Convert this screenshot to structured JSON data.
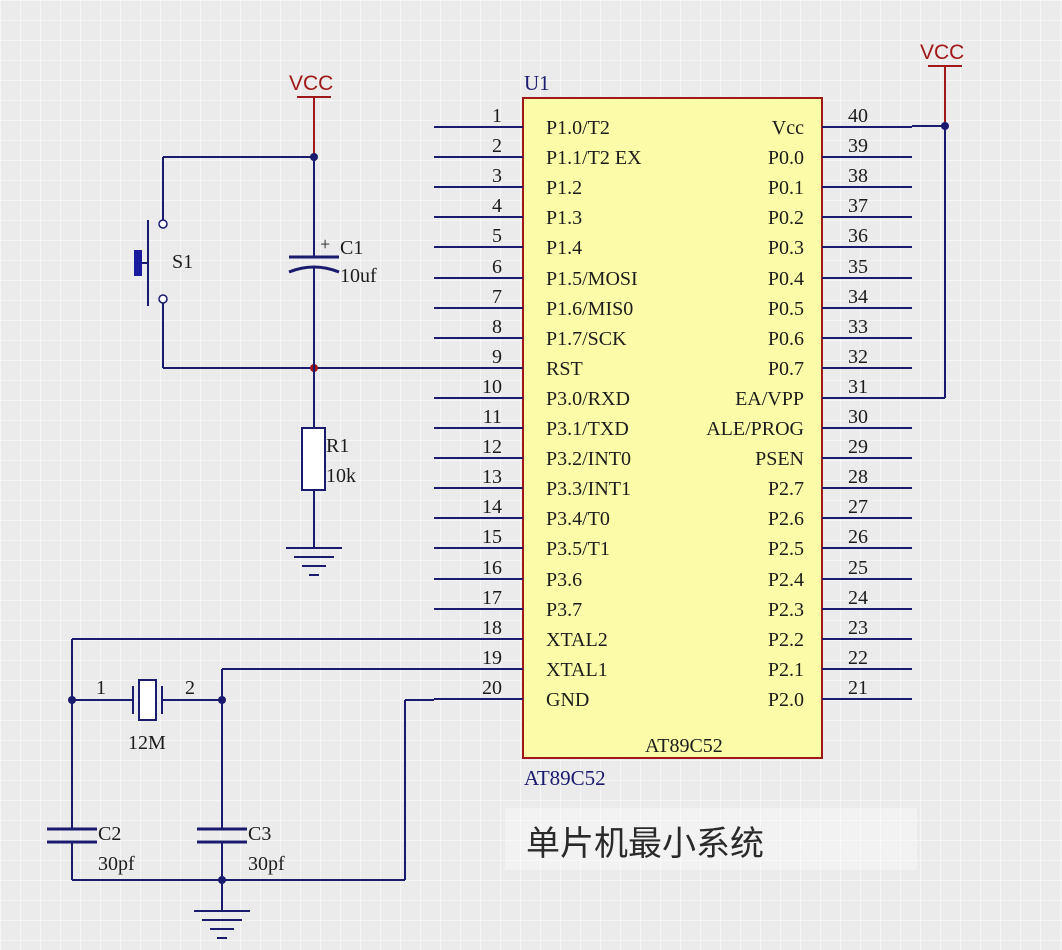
{
  "title": "单片机最小系统",
  "chip": {
    "designator": "U1",
    "part_below": "AT89C52",
    "part_inside": "AT89C52",
    "left_pins": [
      {
        "num": "1",
        "name": "P1.0/T2"
      },
      {
        "num": "2",
        "name": "P1.1/T2 EX"
      },
      {
        "num": "3",
        "name": "P1.2"
      },
      {
        "num": "4",
        "name": "P1.3"
      },
      {
        "num": "5",
        "name": "P1.4"
      },
      {
        "num": "6",
        "name": "P1.5/MOSI"
      },
      {
        "num": "7",
        "name": "P1.6/MIS0"
      },
      {
        "num": "8",
        "name": "P1.7/SCK"
      },
      {
        "num": "9",
        "name": "RST"
      },
      {
        "num": "10",
        "name": "P3.0/RXD"
      },
      {
        "num": "11",
        "name": "P3.1/TXD"
      },
      {
        "num": "12",
        "name": "P3.2/INT0"
      },
      {
        "num": "13",
        "name": "P3.3/INT1"
      },
      {
        "num": "14",
        "name": "P3.4/T0"
      },
      {
        "num": "15",
        "name": "P3.5/T1"
      },
      {
        "num": "16",
        "name": "P3.6"
      },
      {
        "num": "17",
        "name": "P3.7"
      },
      {
        "num": "18",
        "name": "XTAL2"
      },
      {
        "num": "19",
        "name": "XTAL1"
      },
      {
        "num": "20",
        "name": "GND"
      }
    ],
    "right_pins": [
      {
        "num": "40",
        "name": "Vcc"
      },
      {
        "num": "39",
        "name": "P0.0"
      },
      {
        "num": "38",
        "name": "P0.1"
      },
      {
        "num": "37",
        "name": "P0.2"
      },
      {
        "num": "36",
        "name": "P0.3"
      },
      {
        "num": "35",
        "name": "P0.4"
      },
      {
        "num": "34",
        "name": "P0.5"
      },
      {
        "num": "33",
        "name": "P0.6"
      },
      {
        "num": "32",
        "name": "P0.7"
      },
      {
        "num": "31",
        "name": "EA/VPP"
      },
      {
        "num": "30",
        "name": "ALE/PROG"
      },
      {
        "num": "29",
        "name": "PSEN"
      },
      {
        "num": "28",
        "name": "P2.7"
      },
      {
        "num": "27",
        "name": "P2.6"
      },
      {
        "num": "26",
        "name": "P2.5"
      },
      {
        "num": "25",
        "name": "P2.4"
      },
      {
        "num": "24",
        "name": "P2.3"
      },
      {
        "num": "23",
        "name": "P2.2"
      },
      {
        "num": "22",
        "name": "P2.1"
      },
      {
        "num": "21",
        "name": "P2.0"
      }
    ]
  },
  "power": {
    "left_label": "VCC",
    "right_label": "VCC"
  },
  "switch": {
    "designator": "S1"
  },
  "c1": {
    "designator": "C1",
    "value": "10uf",
    "polarity": "+"
  },
  "r1": {
    "designator": "R1",
    "value": "10k"
  },
  "crystal": {
    "value": "12M",
    "pin1": "1",
    "pin2": "2"
  },
  "c2": {
    "designator": "C2",
    "value": "30pf"
  },
  "c3": {
    "designator": "C3",
    "value": "30pf"
  },
  "colors": {
    "wire": "#1a1a6e",
    "power": "#a01818",
    "chip_fill": "#fbfba8"
  }
}
